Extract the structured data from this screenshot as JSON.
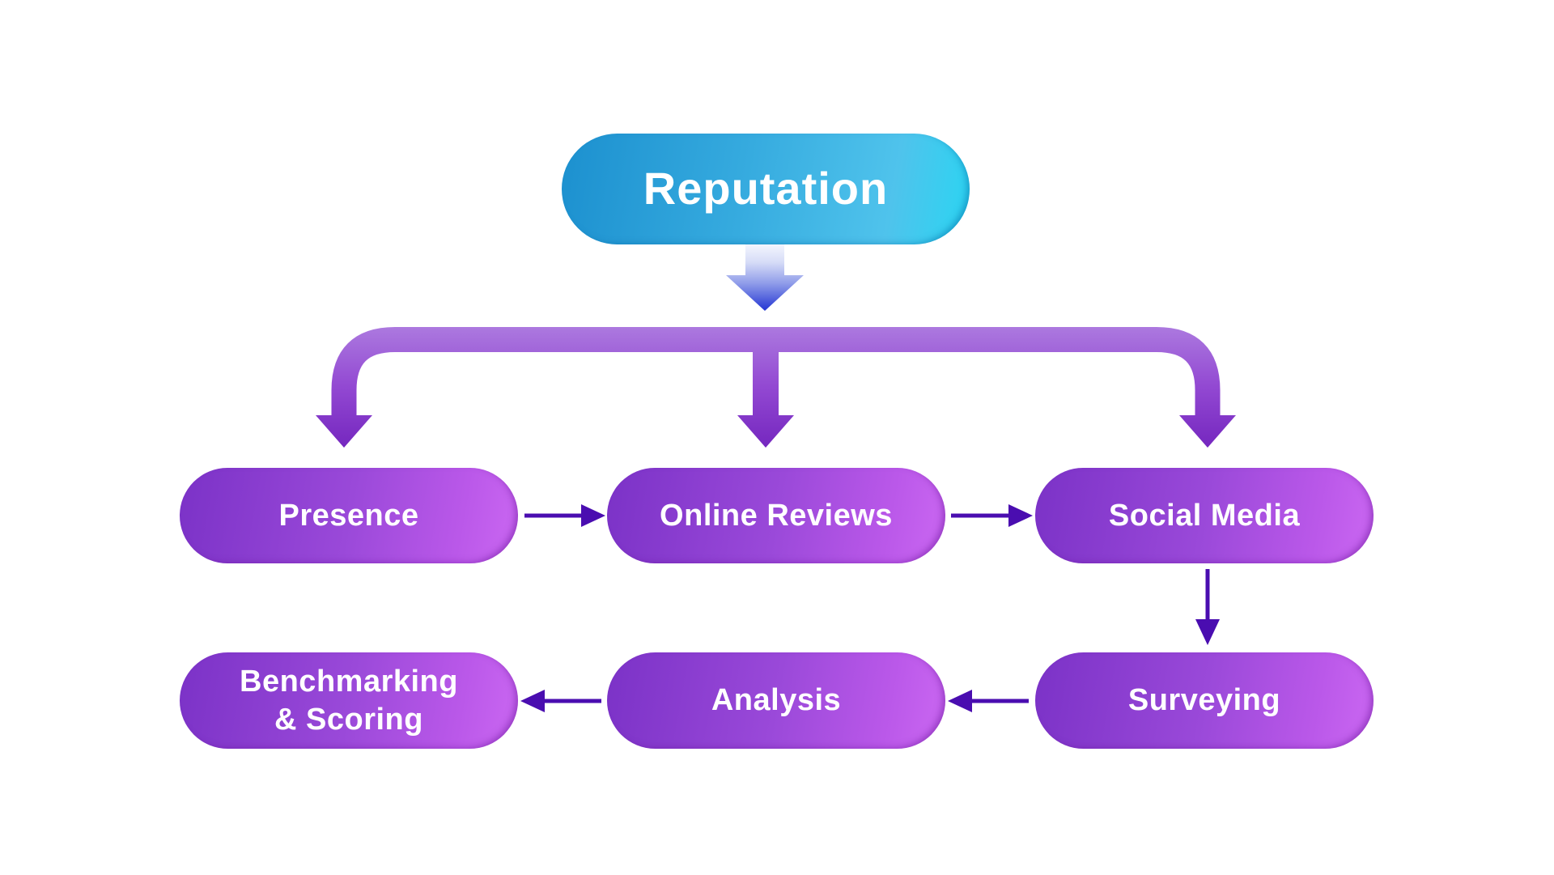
{
  "diagram": {
    "root": {
      "label": "Reputation"
    },
    "row2": [
      {
        "id": "presence",
        "label": "Presence"
      },
      {
        "id": "online-reviews",
        "label": "Online Reviews"
      },
      {
        "id": "social-media",
        "label": "Social Media"
      }
    ],
    "row3": [
      {
        "id": "benchmarking-scoring",
        "label": "Benchmarking\n& Scoring"
      },
      {
        "id": "analysis",
        "label": "Analysis"
      },
      {
        "id": "surveying",
        "label": "Surveying"
      }
    ],
    "connectors": [
      "reputation-down-block-arrow",
      "three-way-branch-connector",
      "arrow-presence-to-online-reviews",
      "arrow-online-reviews-to-social-media",
      "arrow-social-media-to-surveying",
      "arrow-surveying-to-analysis",
      "arrow-analysis-to-benchmarking"
    ],
    "colors": {
      "background": "#FFFFFF",
      "label_text": "#FFFFFF",
      "blue_box_start": "#1C90CF",
      "blue_box_mid": "#36ABDF",
      "blue_box_light": "#4FC3EC",
      "blue_box_end": "#2AD5F2",
      "purple_box_start": "#7B32C7",
      "purple_box_mid": "#9A49D9",
      "purple_box_light": "#BA58E9",
      "purple_box_end": "#CB68F2",
      "band_top": "#AC79DF",
      "band_mid": "#9248D2",
      "band_bottom": "#7527BF",
      "block_arrow_0": "#FBFCFF",
      "block_arrow_1": "#D6DCF7",
      "block_arrow_2": "#8E9BE9",
      "block_arrow_3": "#2335D3",
      "thin_arrow": "#4A0DB0"
    }
  }
}
